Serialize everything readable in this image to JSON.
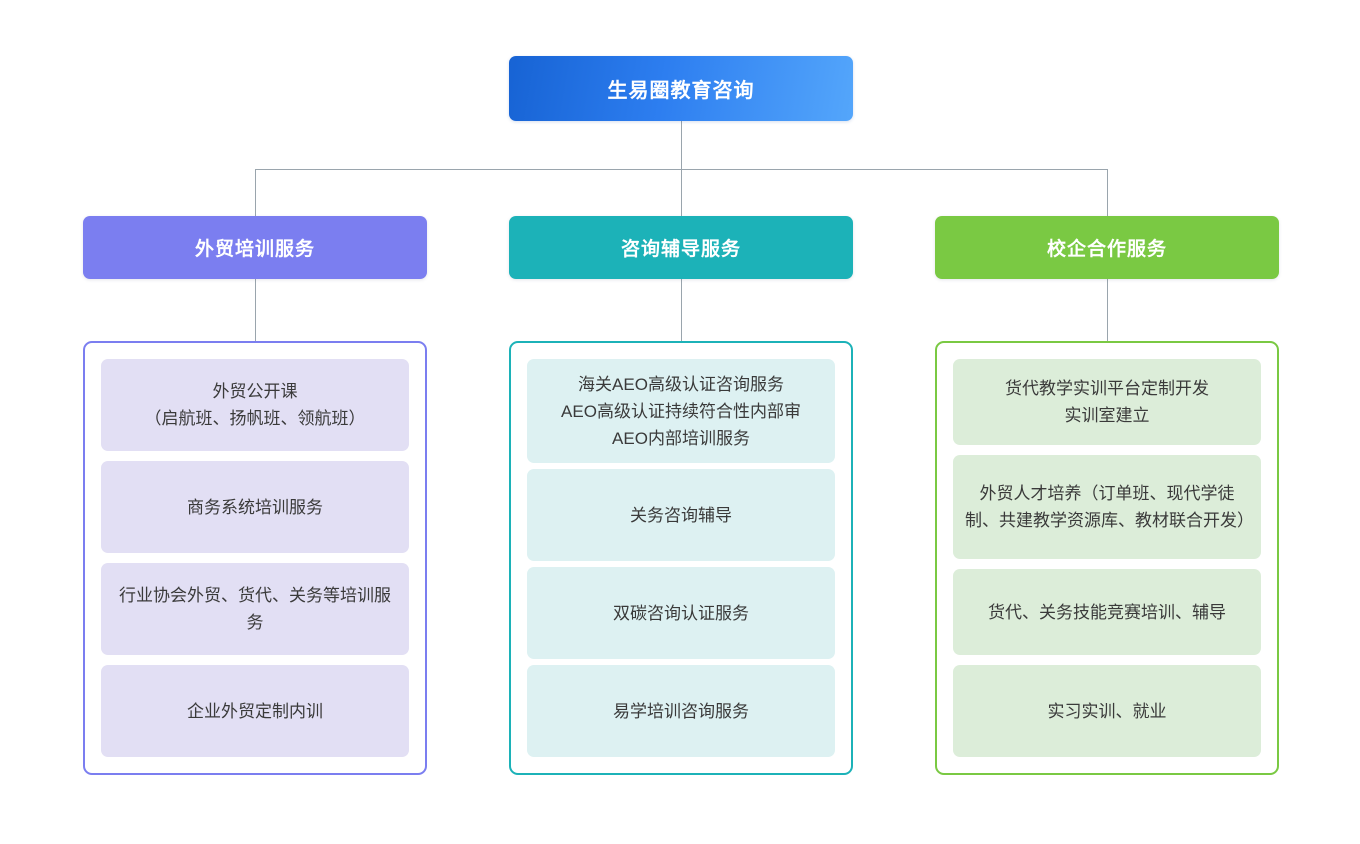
{
  "diagram": {
    "type": "organizational-chart",
    "root": {
      "label": "生易圈教育咨询",
      "color": "#2d7ef0"
    },
    "branches": [
      {
        "id": "waimao",
        "header": "外贸培训服务",
        "header_color": "#7b7ef0",
        "card_color": "#e2dff4",
        "items": [
          {
            "lines": [
              "外贸公开课",
              "（启航班、扬帆班、领航班）"
            ]
          },
          {
            "lines": [
              "商务系统培训服务"
            ]
          },
          {
            "lines": [
              "行业协会外贸、货代、关务等培训服务"
            ]
          },
          {
            "lines": [
              "企业外贸定制内训"
            ]
          }
        ]
      },
      {
        "id": "zixun",
        "header": "咨询辅导服务",
        "header_color": "#1cb2b8",
        "card_color": "#ddf1f2",
        "items": [
          {
            "lines": [
              "海关AEO高级认证咨询服务",
              "AEO高级认证持续符合性内部审",
              "AEO内部培训服务"
            ]
          },
          {
            "lines": [
              "关务咨询辅导"
            ]
          },
          {
            "lines": [
              "双碳咨询认证服务"
            ]
          },
          {
            "lines": [
              "易学培训咨询服务"
            ]
          }
        ]
      },
      {
        "id": "xiaoqi",
        "header": "校企合作服务",
        "header_color": "#7ac943",
        "card_color": "#dcedd9",
        "items": [
          {
            "lines": [
              "货代教学实训平台定制开发",
              "实训室建立"
            ]
          },
          {
            "lines": [
              "外贸人才培养（订单班、现代学徒制、共建教学资源库、教材联合开发）"
            ]
          },
          {
            "lines": [
              "货代、关务技能竞赛培训、辅导"
            ]
          },
          {
            "lines": [
              "实习实训、就业"
            ]
          }
        ]
      }
    ]
  }
}
